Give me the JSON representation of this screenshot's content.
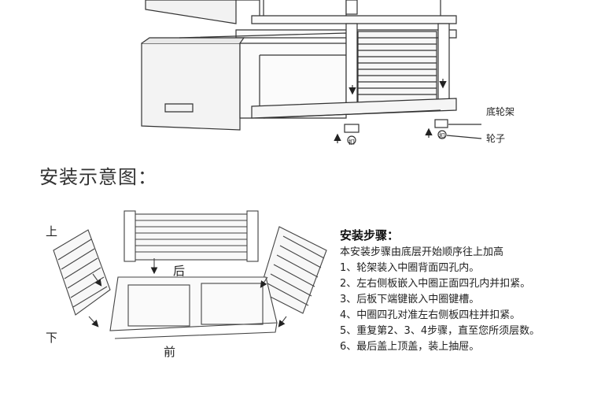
{
  "top_diagram": {
    "label_base_frame": "底轮架",
    "label_wheel": "轮子",
    "marker_letter": "扣"
  },
  "section_title": "安装示意图：",
  "exploded": {
    "label_top": "上",
    "label_bottom": "下",
    "label_back": "后",
    "label_front": "前"
  },
  "instructions": {
    "title": "安装步骤：",
    "intro": "本安装步骤由底层开始顺序往上加高",
    "steps": [
      "1、轮架装入中圈背面四孔内。",
      "2、左右侧板嵌入中圈正面四孔内并扣紧。",
      "3、后板下端键嵌入中圈键槽。",
      "4、中圈四孔对准左右侧板四柱并扣紧。",
      "5、重复第2、3、4步骤，直至您所须层数。",
      "6、最后盖上顶盖，装上抽屉。"
    ]
  }
}
